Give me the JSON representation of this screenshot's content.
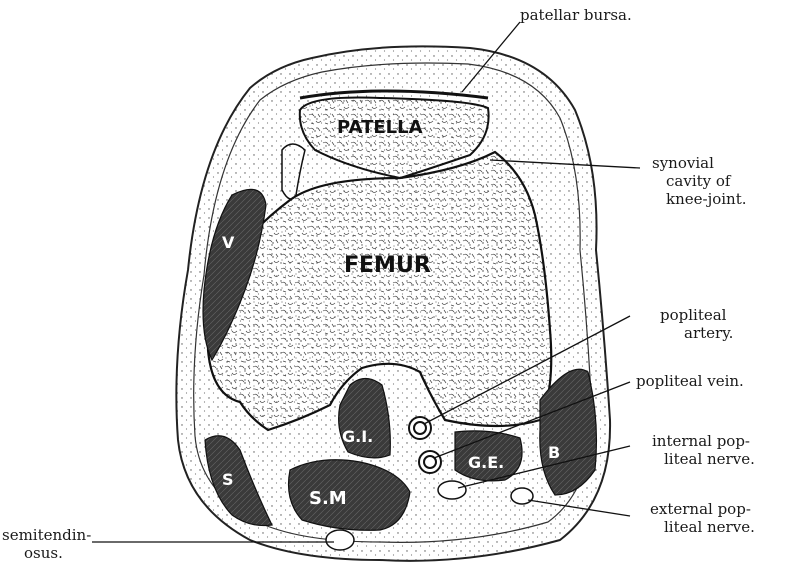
{
  "structures": {
    "patella": "PATELLA",
    "femur": "FEMUR",
    "v": "V",
    "gi": "G.I.",
    "ge": "G.E.",
    "b": "B",
    "s": "S",
    "sm": "S.M"
  },
  "callouts": {
    "patellar_bursa": [
      "patellar bursa."
    ],
    "synovial": [
      "synovial",
      "cavity of",
      "knee-joint."
    ],
    "popliteal_artery": [
      "popliteal",
      "artery."
    ],
    "popliteal_vein": [
      "popliteal vein."
    ],
    "internal_nerve": [
      "internal pop-",
      "liteal nerve."
    ],
    "external_nerve": [
      "external pop-",
      "liteal nerve."
    ],
    "semitendinosus": [
      "semitendin-",
      "osus."
    ]
  },
  "colors": {
    "ink": "#1a1a1a",
    "muscle": "#3a3a3a",
    "paper": "#ffffff"
  }
}
